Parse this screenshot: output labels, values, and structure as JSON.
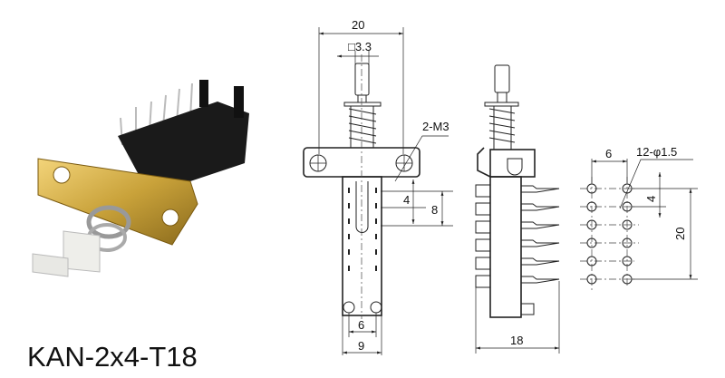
{
  "model_name": "KAN-2x4-T18",
  "front_view": {
    "width_dim": "20",
    "stem_dim": "□3.3",
    "mount_label": "2-M3",
    "pitch_dim": "4",
    "span_dim": "8",
    "pin_spacing_dim": "6",
    "body_width_dim": "9"
  },
  "side_view": {
    "depth_dim": "18"
  },
  "hole_pattern": {
    "col_spacing_dim": "6",
    "hole_label": "12-φ1.5",
    "row_pitch_dim": "4",
    "total_dim": "20"
  },
  "colors": {
    "gold": "#c9a23a",
    "black_body": "#1a1a1a",
    "button": "#eeeeea"
  }
}
